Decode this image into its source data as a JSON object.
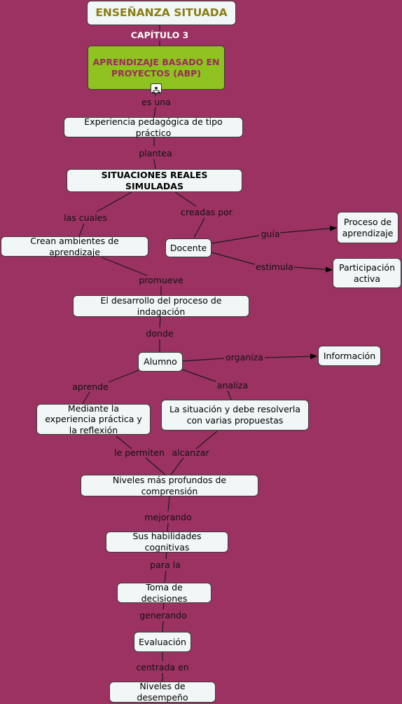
{
  "title": "ENSEÑANZA SITUADA",
  "chapter": "CAPÍTULO  3",
  "nodes": {
    "abp": "APRENDIZAJE BASADO EN PROYECTOS (ABP)",
    "experiencia": "Experiencia pedagógica de tipo práctico",
    "situaciones": "SITUACIONES REALES SIMULADAS",
    "crean": "Crean ambientes de aprendizaje",
    "docente": "Docente",
    "proceso": "Proceso de aprendizaje",
    "participacion": "Participación activa",
    "desarrollo": "El desarrollo del proceso de indagación",
    "alumno": "Alumno",
    "informacion": "Información",
    "mediante": "Mediante la experiencia práctica y la reflexión",
    "situacion": "La situación y debe resolverla con varias propuestas",
    "niveles": "Niveles más profundos de comprensión",
    "habilidades": "Sus habilidades cognitivas",
    "toma": "Toma de decisiones",
    "evaluacion": "Evaluación",
    "desempeno": "Niveles de desempeño"
  },
  "links": {
    "es_una": "es una",
    "plantea": "plantea",
    "las_cuales": "las cuales",
    "creadas_por": "creadas por",
    "guia": "guía",
    "estimula": "estimula",
    "promueve": "promueve",
    "donde": "donde",
    "organiza": "organiza",
    "aprende": "aprende",
    "analiza": "analiza",
    "le_permiten": "le permiten",
    "alcanzar": "alcanzar",
    "mejorando": "mejorando",
    "para_la": "para la",
    "generando": "generando",
    "centrada_en": "centrada en"
  },
  "colors": {
    "background": "#9b3262",
    "node_fill": "#f1f6f6",
    "abp_fill": "#8fc31f",
    "abp_text": "#9b2c5c",
    "title_text": "#8a7e12"
  }
}
